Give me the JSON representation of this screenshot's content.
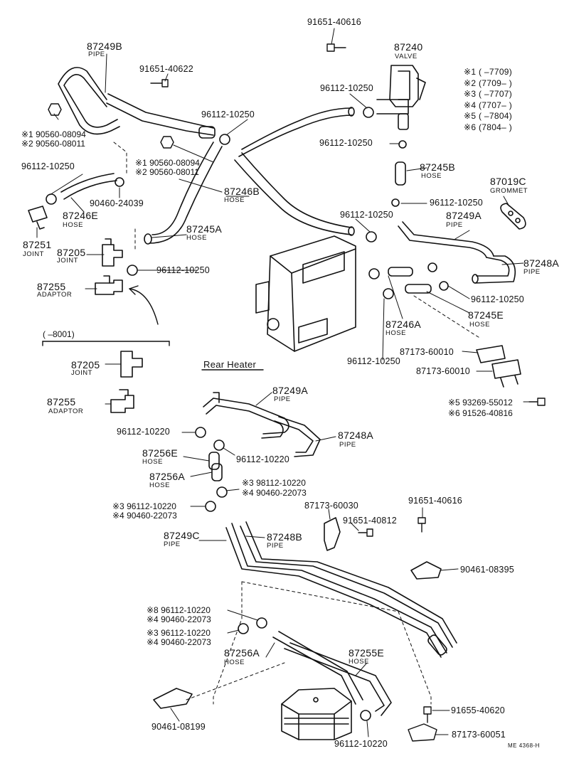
{
  "labels": {
    "l_91651_40616_top": "91651-40616",
    "p_87240": "87240",
    "n_valve": "VALVE",
    "p_87249B": "87249B",
    "n_pipe_b": "PIPE",
    "l_91651_40622": "91651-40622",
    "l_96112_10250_a": "96112-10250",
    "l_96112_10250_b": "96112-10250",
    "l_96112_10250_c": "96112-10250",
    "l_96112_10250_d": "96112-10250",
    "l_96112_10250_e": "96112-10250",
    "l_96112_10250_f": "96112-10250",
    "l_96112_10250_g": "96112-10250",
    "l_96112_10250_h": "96112-10250",
    "l_96112_10250_i": "96112-10250",
    "l_90560_08094_a": "※1  90560-08094",
    "l_90560_08011_a": "※2  90560-08011",
    "l_90560_08094_b": "※1  90560-08094",
    "l_90560_08011_b": "※2  90560-08011",
    "p_87245B": "87245B",
    "n_hose_245b": "HOSE",
    "p_87019C": "87019C",
    "n_grommet": "GROMMET",
    "p_87246B": "87246B",
    "n_hose_246b": "HOSE",
    "p_87246E": "87246E",
    "n_hose_246e": "HOSE",
    "l_90460_24039": "90460-24039",
    "p_87251": "87251",
    "n_joint_251": "JOINT",
    "p_87245A": "87245A",
    "n_hose_245a": "HOSE",
    "p_87249A_top": "87249A",
    "n_pipe_249a_top": "PIPE",
    "p_87248A_top": "87248A",
    "n_pipe_248a_top": "PIPE",
    "p_87205_top": "87205",
    "n_joint_205_top": "JOINT",
    "p_87255_top": "87255",
    "n_adaptor_top": "ADAPTOR",
    "p_87246A": "87246A",
    "n_hose_246a": "HOSE",
    "p_87245E": "87245E",
    "n_hose_245e": "HOSE",
    "l_87173_60010_a": "87173-60010",
    "l_87173_60010_b": "87173-60010",
    "range_8001": "(       –8001)",
    "p_87205_bot": "87205",
    "n_joint_205_bot": "JOINT",
    "p_87255_bot": "87255",
    "n_adaptor_bot": "ADAPTOR",
    "rear_heater": "Rear Heater",
    "l_93269_55012": "※5 93269-55012",
    "l_91526_40816": "※6 91526-40816",
    "p_87249A_mid": "87249A",
    "n_pipe_249a_mid": "PIPE",
    "l_96112_10220_a": "96112-10220",
    "p_87248A_mid": "87248A",
    "n_pipe_248a_mid": "PIPE",
    "l_96112_10220_b": "96112-10220",
    "p_87256E": "87256E",
    "n_hose_256e": "HOSE",
    "p_87256A_mid": "87256A",
    "n_hose_256a_mid": "HOSE",
    "l_3_98112_10220": "※3  98112-10220",
    "l_4_90460_22073_a": "※4  90460-22073",
    "l_3_96112_10220_a": "※3  96112-10220",
    "l_4_90460_22073_b": "※4  90460-22073",
    "l_87173_60030": "87173-60030",
    "l_91651_40616_mid": "91651-40616",
    "l_91651_40812": "91651-40812",
    "p_87249C": "87249C",
    "n_pipe_249c": "PIPE",
    "p_87248B": "87248B",
    "n_pipe_248b": "PIPE",
    "l_90461_08395": "90461-08395",
    "l_8_96112_10220": "※8  96112-10220",
    "l_4_90460_22073_c": "※4  90460-22073",
    "l_3_96112_10220_b": "※3  96112-10220",
    "l_4_90460_22073_d": "※4  90460-22073",
    "p_87256A_bot": "87256A",
    "n_hose_256a_bot": "HOSE",
    "p_87255E": "87255E",
    "n_hose_255e": "HOSE",
    "l_90461_08199": "90461-08199",
    "l_91655_40620": "91655-40620",
    "l_96112_10220_c": "96112-10220",
    "l_87173_60051": "87173-60051",
    "ref": "ME 4368-H"
  },
  "legend": [
    "※1 (        –7709)",
    "※2 (7709–        )",
    "※3 (        –7707)",
    "※4 (7707–        )",
    "※5 (        –7804)",
    "※6 (7804–        )"
  ]
}
